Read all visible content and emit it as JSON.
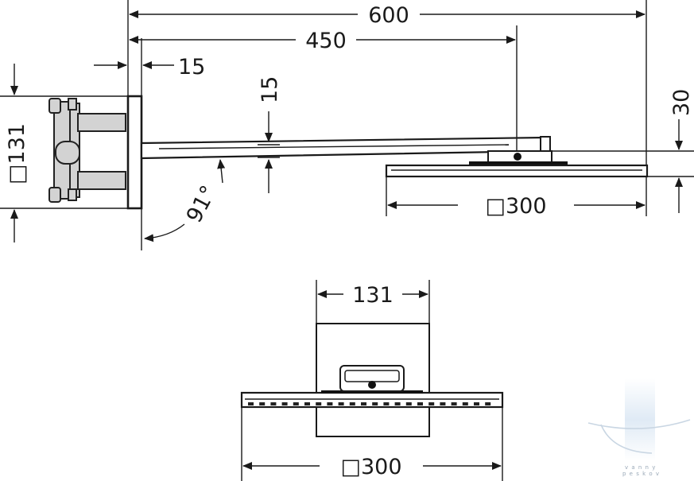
{
  "side_view": {
    "overall_length": "600",
    "arm_length": "450",
    "plate_thickness": "15",
    "arm_thickness": "15",
    "head_thickness": "30",
    "plate_size": "□131",
    "head_size": "□300",
    "arm_angle": "91°"
  },
  "front_view": {
    "plate_width": "131",
    "head_width": "□300"
  },
  "watermark": {
    "line1": "v a n n y",
    "line2": "p e s k o v"
  }
}
